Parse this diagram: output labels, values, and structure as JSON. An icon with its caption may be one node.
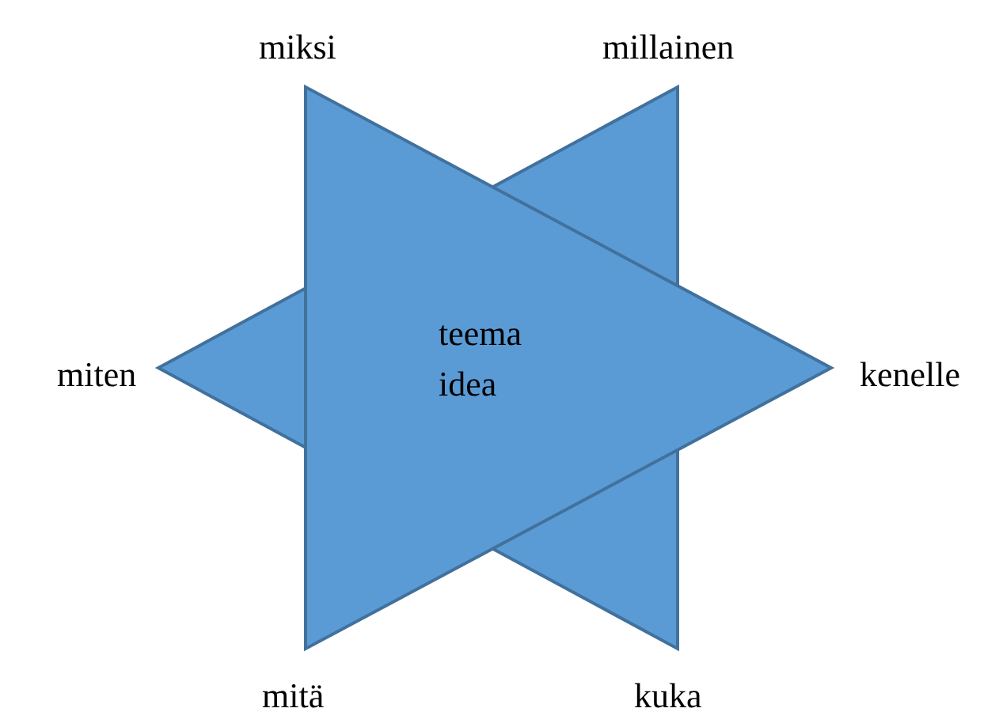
{
  "diagram": {
    "nodes": [
      {
        "text": [],
        "shape": "triangle",
        "beside": [
          "millainen",
          "miten",
          "kuka"
        ]
      },
      {
        "text": [],
        "shape": "triangle",
        "beside": [
          "miksi",
          "kenelle",
          "mitä"
        ]
      }
    ],
    "labels": [
      "teema idea"
    ]
  }
}
